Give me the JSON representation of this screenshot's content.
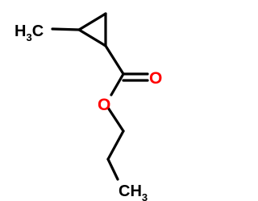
{
  "molecule": {
    "methyl_top": {
      "main": "H",
      "subscript": "3",
      "tail": "C"
    },
    "carbonyl_oxygen": "O",
    "ester_oxygen": "O",
    "methyl_bottom": {
      "main": "CH",
      "subscript": "3"
    }
  },
  "colors": {
    "bond": "#000000",
    "oxygen": "#ff0000",
    "background": "#ffffff"
  }
}
